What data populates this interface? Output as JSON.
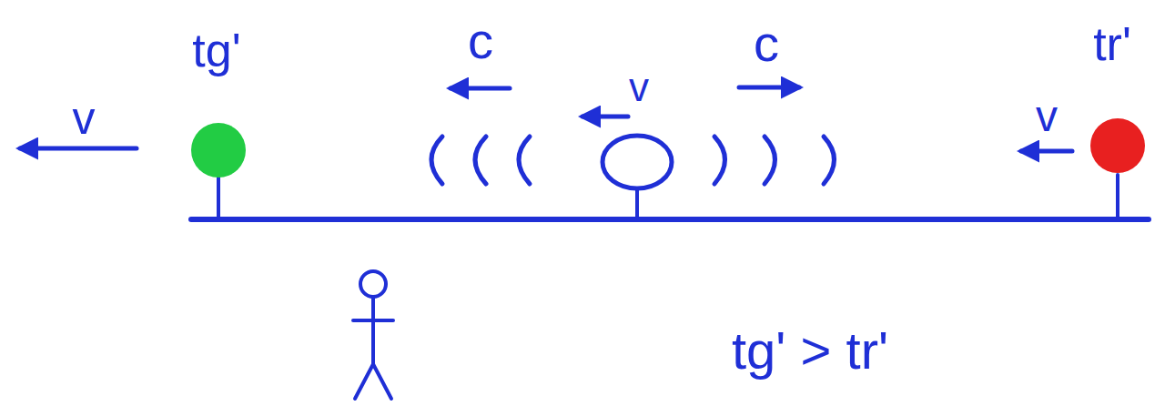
{
  "diagram": {
    "labels": [
      "tg'",
      "c",
      "c",
      "tr'",
      "v",
      "v",
      "v",
      "tg' > tr'"
    ]
  }
}
